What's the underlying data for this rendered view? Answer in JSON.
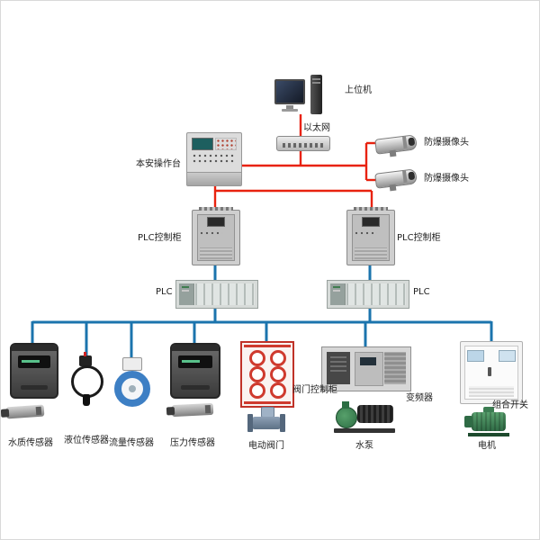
{
  "diagram": {
    "background": "#ffffff",
    "colors": {
      "control_line": "#e8220f",
      "field_line": "#1b74ad"
    },
    "labels": {
      "host_pc": "上位机",
      "ethernet": "以太网",
      "console": "本安操作台",
      "camera_top": "防爆摄像头",
      "camera_bottom": "防爆摄像头",
      "plc_cabinet_left": "PLC控制柜",
      "plc_cabinet_right": "PLC控制柜",
      "plc_left": "PLC",
      "plc_right": "PLC",
      "valve_cabinet": "阀门控制柜",
      "vfd": "变频器",
      "combo_switch": "组合开关",
      "water_quality_sensor": "水质传感器",
      "level_sensor": "液位传感器",
      "flow_sensor": "流量传感器",
      "pressure_sensor": "压力传感器",
      "electric_valve": "电动阀门",
      "water_pump": "水泵",
      "motor": "电机"
    }
  }
}
